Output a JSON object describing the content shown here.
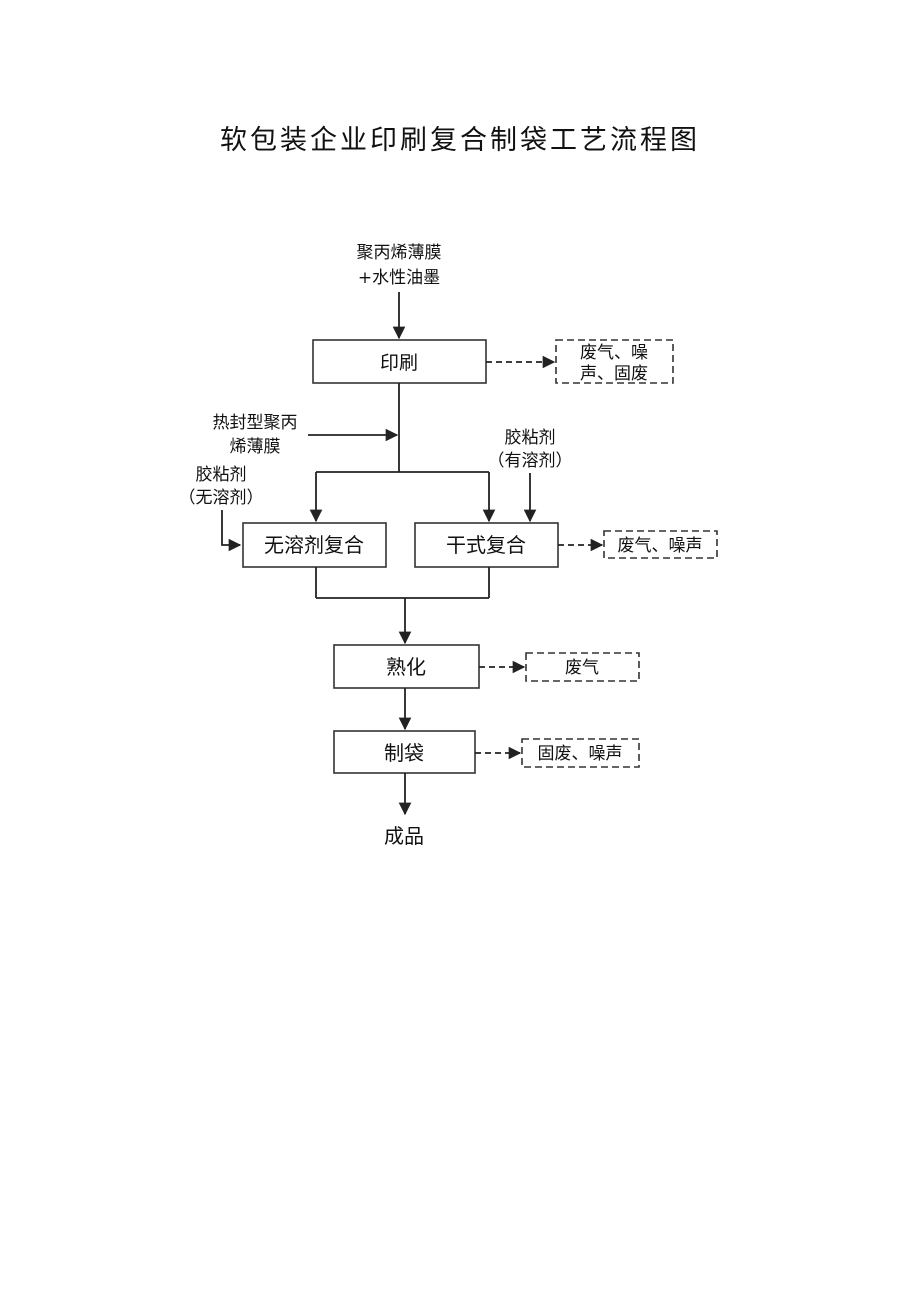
{
  "title": "软包装企业印刷复合制袋工艺流程图",
  "inputs": {
    "film_line1": "聚丙烯薄膜",
    "film_line2": "+水性油墨",
    "heat_seal_line1": "热封型聚丙",
    "heat_seal_line2": "烯薄膜",
    "adhesive_solventfree_line1": "胶粘剂",
    "adhesive_solventfree_line2": "（无溶剂）",
    "adhesive_solvent_line1": "胶粘剂",
    "adhesive_solvent_line2": "（有溶剂）"
  },
  "process": {
    "printing": "印刷",
    "solventless_lamination": "无溶剂复合",
    "dry_lamination": "干式复合",
    "curing": "熟化",
    "bag_making": "制袋",
    "product": "成品"
  },
  "outputs": {
    "printing_line1": "废气、噪",
    "printing_line2": "声、固废",
    "dry_lamination": "废气、噪声",
    "curing": "废气",
    "bag_making": "固废、噪声"
  }
}
